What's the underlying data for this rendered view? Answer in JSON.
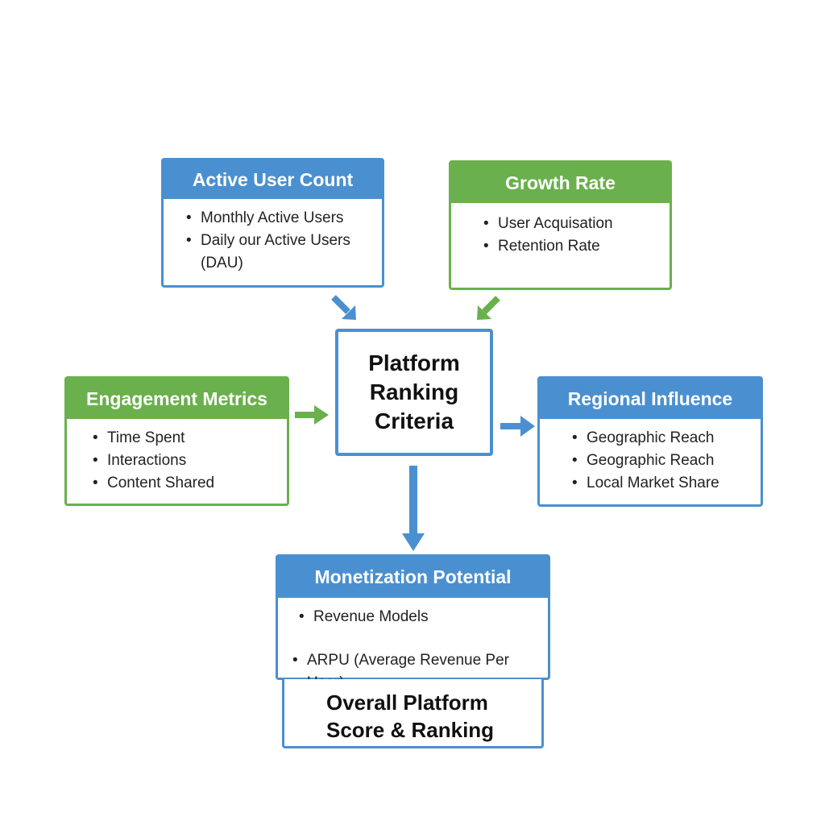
{
  "center": {
    "lines": [
      "Platform",
      "Ranking",
      "Criteria"
    ]
  },
  "cards": {
    "active_users": {
      "title": "Active User Count",
      "items": [
        "Monthly Active Users",
        "Daily our Active Users",
        "(DAU)"
      ]
    },
    "growth": {
      "title": "Growth Rate",
      "items": [
        "User Acquisation",
        "Retention Rate"
      ]
    },
    "engagement": {
      "title": "Engagement Metrics",
      "items": [
        "Time Spent",
        "Interactions",
        "Content Shared"
      ]
    },
    "regional": {
      "title": "Regional Influence",
      "items": [
        "Geographic Reach",
        "Geographic Reach",
        "Local Market Share"
      ]
    },
    "monetization": {
      "title": "Monetization Potential",
      "items": [
        "Revenue Models",
        "ARPU (Average Revenue Per User)"
      ]
    }
  },
  "final": {
    "lines": [
      "Overall Platform",
      "Score & Ranking"
    ]
  },
  "colors": {
    "blue": "#4a90d0",
    "green": "#6ab04c"
  }
}
